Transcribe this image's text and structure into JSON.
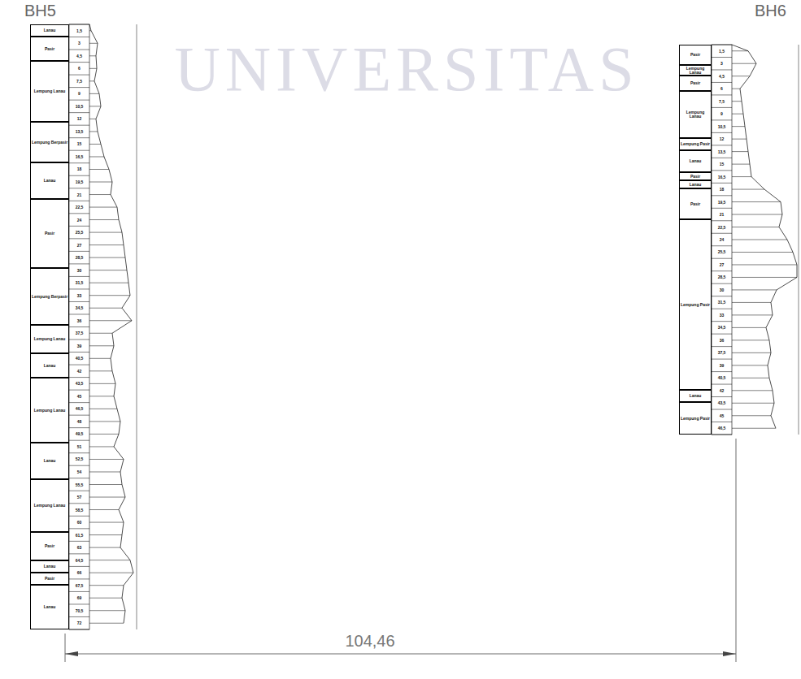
{
  "diagram": {
    "nodes": [
      {
        "text": [
          "Lanau"
        ]
      },
      {
        "text": [
          "Pasir"
        ]
      },
      {
        "text": [
          "Lempung Lanau"
        ]
      },
      {
        "text": [
          "Lempung Berpasir"
        ]
      },
      {
        "text": [
          "Lanau"
        ]
      },
      {
        "text": [
          "Pasir"
        ]
      },
      {
        "text": [
          "Lempung Berpasir"
        ]
      },
      {
        "text": [
          "Lempung Lanau"
        ]
      },
      {
        "text": [
          "Lanau"
        ]
      },
      {
        "text": [
          "Lempung Lanau"
        ]
      },
      {
        "text": [
          "Lanau"
        ]
      },
      {
        "text": [
          "Lempung Lanau"
        ]
      },
      {
        "text": [
          "Pasir"
        ]
      },
      {
        "text": [
          "Lanau"
        ]
      },
      {
        "text": [
          "Pasir"
        ]
      },
      {
        "text": [
          "Lanau"
        ]
      },
      {
        "text": [
          "Pasir"
        ]
      },
      {
        "text": [
          "Lempung Lanau"
        ]
      },
      {
        "text": [
          "Pasir"
        ]
      },
      {
        "text": [
          "Lempung Lanau"
        ]
      },
      {
        "text": [
          "Lempung Pasir"
        ]
      },
      {
        "text": [
          "Lanau"
        ]
      },
      {
        "text": [
          "Pasir"
        ]
      },
      {
        "text": [
          "Lanau"
        ]
      },
      {
        "text": [
          "Pasir"
        ]
      },
      {
        "text": [
          "Lempung Pasir"
        ]
      },
      {
        "text": [
          "Lanau"
        ]
      },
      {
        "text": [
          "Lempung Pasir"
        ]
      }
    ],
    "labels": [
      "BH5",
      "BH6",
      "104,46",
      "UNIVERSITAS",
      "1,5",
      "3",
      "4,5",
      "6",
      "7,5",
      "9",
      "10,5",
      "12",
      "13,5",
      "15",
      "16,5",
      "18",
      "19,5",
      "21",
      "22,5",
      "24",
      "25,5",
      "27",
      "28,5",
      "30",
      "31,5",
      "33",
      "34,5",
      "36",
      "37,5",
      "39",
      "40,5",
      "42",
      "43,5",
      "45",
      "46,5",
      "48",
      "49,5",
      "51",
      "52,5",
      "54",
      "55,5",
      "57",
      "58,5",
      "60",
      "61,5",
      "63",
      "64,5",
      "66",
      "67,5",
      "69",
      "70,5",
      "72",
      "1,5",
      "3",
      "4,5",
      "6",
      "7,5",
      "9",
      "10,5",
      "12",
      "13,5",
      "15",
      "16,5",
      "18",
      "19,5",
      "21",
      "22,5",
      "24",
      "25,5",
      "27",
      "28,5",
      "30",
      "31,5",
      "33",
      "34,5",
      "36",
      "37,5",
      "39",
      "40,5",
      "42",
      "43,5",
      "45",
      "46,5"
    ]
  }
}
